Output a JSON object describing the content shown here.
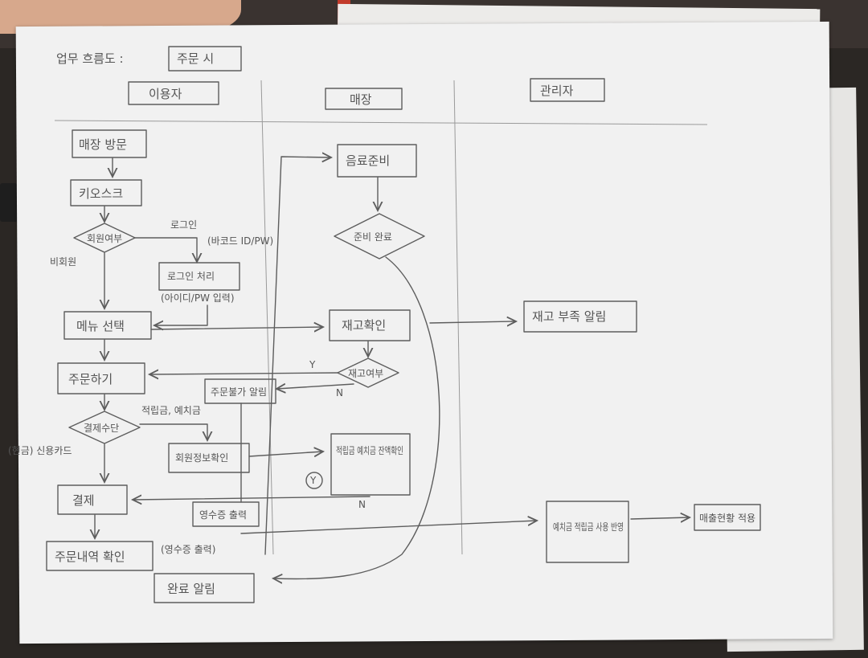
{
  "title": {
    "label": "업무 흐름도 :",
    "subject": "주문 시"
  },
  "lanes": {
    "user": "이용자",
    "store": "매장",
    "admin": "관리자"
  },
  "user_lane": {
    "visit": "매장 방문",
    "kiosk": "키오스크",
    "member_check": "회원여부",
    "non_member": "비회원",
    "login_label": "로그인",
    "barcode_note": "(바코드 ID/PW)",
    "login_process": "로그인 처리",
    "login_note": "(아이디/PW 입력)",
    "menu_select": "메뉴 선택",
    "order": "주문하기",
    "payment_method": "결제수단",
    "card_note": "(현금) 신용카드",
    "points_note": "적립금, 예치금",
    "member_check_info": "회원정보확인",
    "pay": "결제",
    "receipt": "영수증 출력",
    "receipt_note": "(영수증 출력)",
    "order_history": "주문내역 확인",
    "complete_notice": "완료 알림"
  },
  "store_lane": {
    "prepare": "음료준비",
    "prepare_done": "준비 완료",
    "stock_check": "재고확인",
    "stock_yn": "재고여부",
    "yes_mark": "Y",
    "no_mark": "N",
    "soldout_notice": "주문불가 알림",
    "points_balance": "적립금 예치금 잔액확인",
    "circle_y": "Y",
    "no_mark2": "N"
  },
  "admin_lane": {
    "stock_short": "재고 부족 알림",
    "apply_points": "예치금 적립금 사용 반영",
    "sales_status": "매출현황 적용"
  }
}
